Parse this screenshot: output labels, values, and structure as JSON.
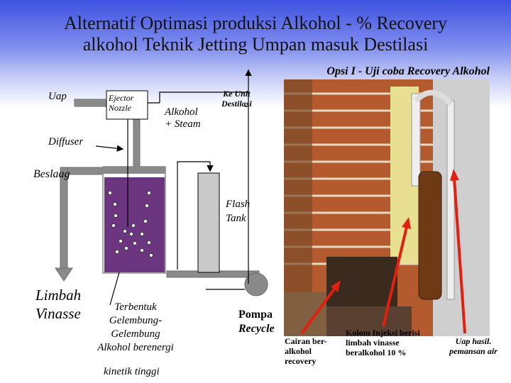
{
  "title": {
    "line1": "Alternatif  Optimasi produksi Alkohol - % Recovery",
    "line2": "alkohol Teknik Jetting Umpan masuk Destilasi"
  },
  "subtitle": "Opsi I - Uji coba Recovery Alkohol",
  "diagram": {
    "uap": "Uap",
    "ejector_l1": "Ejector",
    "ejector_l2": "Nozzle",
    "alkohol_l1": "Alkohol",
    "alkohol_l2": "+ Steam",
    "ke_unit_l1": "Ke Unit",
    "ke_unit_l2": "Destilasi",
    "diffuser": "Diffuser",
    "beslaag": "Beslaag",
    "flash_l1": "Flash",
    "flash_l2": "Tank",
    "limbah_l1": "Limbah",
    "limbah_l2": "Vinasse",
    "terbentuk_l1": "Terbentuk",
    "terbentuk_l2": "Gelembung-",
    "terbentuk_l3": "Gelembung",
    "terbentuk_l4": "Alkohol berenergi",
    "kinetik": "kinetik tinggi",
    "pompa_l1": "Pompa",
    "pompa_l2": "Recycle"
  },
  "captions": {
    "cairan_l1": "Cairan ber-",
    "cairan_l2": "alkohol",
    "cairan_l3": "recovery",
    "kolom_l1": "Kolom Injeksi berisi",
    "kolom_l2": "limbah vinasse",
    "kolom_l3": "beralkohol 10 %",
    "uap_l1": "Uap hasil.",
    "uap_l2": "pemansan air"
  },
  "colors": {
    "liquid": "#6b3580",
    "pipe": "#808080",
    "arrow_red": "#e02010"
  }
}
